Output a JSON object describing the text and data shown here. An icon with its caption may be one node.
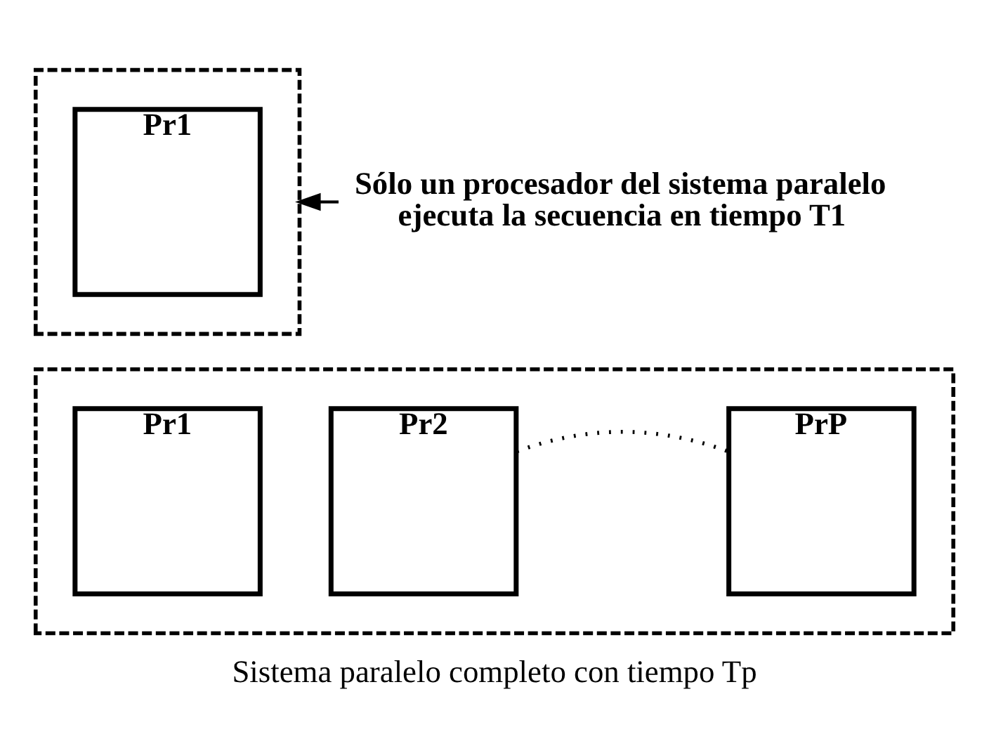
{
  "diagram": {
    "caption": "Sistema paralelo completo con tiempo Tp",
    "nodes": [
      {
        "text": [],
        "shape": "box"
      },
      {
        "text": [
          "Pr1"
        ],
        "in": 0
      },
      {
        "text": [
          "Sólo un procesador del sistema paralelo ejecuta la secuencia en tiempo T1"
        ]
      },
      {
        "text": [],
        "shape": "box"
      },
      {
        "text": [
          "Pr1"
        ],
        "in": 3
      },
      {
        "text": [
          "Pr2"
        ],
        "in": 3
      },
      {
        "text": [
          "PrP"
        ],
        "in": 3
      }
    ],
    "edges": [
      {
        "from": 2,
        "to": 0,
        "arrow": "to"
      },
      {
        "from": 5,
        "to": 6,
        "arrow": "none",
        "style": "dashed"
      }
    ]
  }
}
